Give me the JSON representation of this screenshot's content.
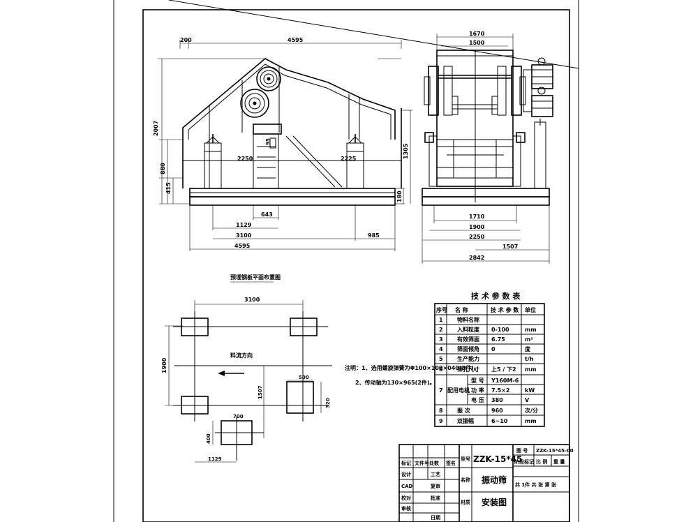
{
  "dims_front": {
    "top_left": "200",
    "top_total": "4595",
    "left_height": "2007",
    "left_mid": "880",
    "left_low": "415",
    "right_height": "1305",
    "right_low": "180",
    "inner_left": "2250",
    "inner_right": "2225",
    "small_vert": "95",
    "center_small": "643",
    "bottom_a": "1129",
    "bottom_b": "3100",
    "bottom_c": "985",
    "bottom_total": "4595"
  },
  "dims_side": {
    "top1": "1670",
    "top2": "1500",
    "b1": "1710",
    "b2": "1900",
    "b3": "2250",
    "b4": "1507",
    "b5": "2842"
  },
  "plan": {
    "title": "预埋钢板平面布置图",
    "width": "3100",
    "height": "1900",
    "flow": "料流方向",
    "box_w": "500",
    "box_h": "320",
    "pad_w": "700",
    "pad_h": "400",
    "offset": "1507",
    "offset2": "1129"
  },
  "notes": {
    "line1": "注明：1、选用螺旋弹簧为Φ100×100×040(8件)。",
    "line2": "2、传动轴为130×965(2件)。"
  },
  "spec": {
    "title": "技 术 参 数 表",
    "headers": [
      "序号",
      "名  称",
      "技 术 参 数",
      "单位"
    ],
    "rows": [
      {
        "no": "1",
        "name": "物料名称",
        "value": "",
        "unit": ""
      },
      {
        "no": "2",
        "name": "入料粒度",
        "value": "0-100",
        "unit": "mm"
      },
      {
        "no": "3",
        "name": "有效筛面",
        "value": "6.75",
        "unit": "m²"
      },
      {
        "no": "4",
        "name": "筛面倾角",
        "value": "0",
        "unit": "度"
      },
      {
        "no": "5",
        "name": "生产能力",
        "value": "",
        "unit": "t/h"
      },
      {
        "no": "6",
        "name": "筛孔尺寸",
        "value": "上5 / 下2",
        "unit": "mm"
      }
    ],
    "motor_label": "配用电机",
    "motor_rows": [
      {
        "name": "型 号",
        "value": "Y160M-6",
        "unit": ""
      },
      {
        "name": "功 率",
        "value": "7.5×2",
        "unit": "kW"
      },
      {
        "name": "电 压",
        "value": "380",
        "unit": "V"
      }
    ],
    "motor_no": "7",
    "tail_rows": [
      {
        "no": "8",
        "name": "振 次",
        "value": "960",
        "unit": "次/分"
      },
      {
        "no": "9",
        "name": "双振幅",
        "value": "6~10",
        "unit": "mm"
      }
    ]
  },
  "title_block": {
    "model_label": "型号",
    "model": "ZZK-15*45",
    "drawing_no_label": "图 号",
    "drawing_no": "ZZK-15*45-00",
    "stage_label": "阶段标记",
    "scale_label": "比 例",
    "weight_label": "重 量",
    "name_label": "名称",
    "name": "振动筛",
    "sheet_text": "共 1件  共 张  第 张",
    "material_label": "材质",
    "material": "安装图",
    "row_labels": [
      "标记",
      "文件号",
      "处数",
      "签名"
    ],
    "left_labels": [
      "设计",
      "CAD",
      "校对",
      "审核"
    ],
    "mid_labels": [
      "工艺",
      "复审",
      "批准",
      "日期"
    ]
  }
}
